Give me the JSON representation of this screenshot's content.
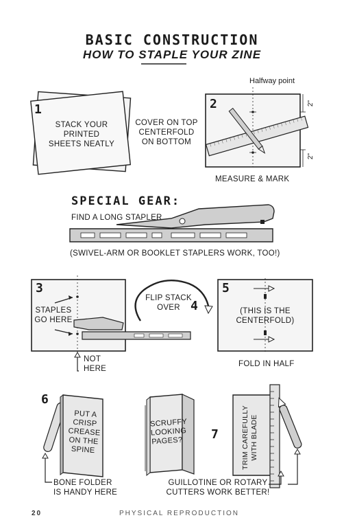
{
  "header": {
    "title": "BASIC CONSTRUCTION",
    "subtitle_pre": "HOW TO",
    "subtitle_word": "STAPLE",
    "subtitle_post": "YOUR ZINE"
  },
  "step1": {
    "number": "1",
    "text_lines": [
      "STACK YOUR",
      "PRINTED",
      "SHEETS NEATLY"
    ]
  },
  "cover_note": {
    "lines": [
      "COVER ON TOP",
      "CENTERFOLD",
      "ON BOTTOM"
    ]
  },
  "step2": {
    "number": "2",
    "halfway_label": "Halfway point",
    "measure_top": "2\"",
    "measure_bottom": "2\"",
    "caption": "MEASURE & MARK"
  },
  "special": {
    "title": "SPECIAL GEAR:",
    "find": "FIND A LONG STAPLER",
    "note": "(SWIVEL-ARM OR BOOKLET STAPLERS WORK, TOO!)"
  },
  "step3": {
    "number": "3",
    "staples_lines": [
      "STAPLES",
      "GO HERE"
    ],
    "not_here_lines": [
      "NOT",
      "HERE"
    ]
  },
  "step4": {
    "number": "4",
    "flip_lines": [
      "FLIP STACK",
      "OVER"
    ]
  },
  "step5": {
    "number": "5",
    "center_lines": [
      "(THIS IS THE",
      "CENTERFOLD)"
    ],
    "caption": "FOLD IN HALF"
  },
  "step6": {
    "number": "6",
    "crease_lines": [
      "PUT A",
      "CRISP",
      "CREASE",
      "ON THE",
      "SPINE"
    ],
    "bone_lines": [
      "BONE FOLDER",
      "IS HANDY HERE"
    ]
  },
  "scruffy": {
    "lines": [
      "SCRUFFY",
      "LOOKING",
      "PAGES?"
    ]
  },
  "step7": {
    "number": "7",
    "trim_lines": [
      "TRIM CAREFULLY",
      "WITH BLADE"
    ],
    "guillotine_lines": [
      "GUILLOTINE OR ROTARY",
      "CUTTERS WORK BETTER!"
    ]
  },
  "footer": {
    "page_number": "20",
    "section": "PHYSICAL REPRODUCTION"
  }
}
